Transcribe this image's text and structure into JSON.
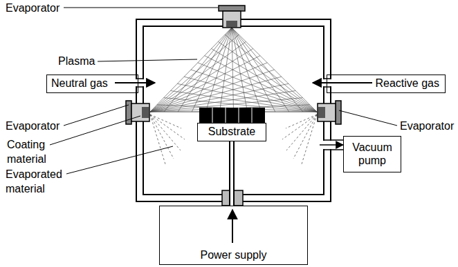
{
  "diagram": {
    "nodes": [
      {
        "text": [
          "Neutral gas"
        ]
      },
      {
        "text": [
          "Reactive gas"
        ]
      },
      {
        "text": [
          "Substrate"
        ]
      },
      {
        "text": [
          "Vacuum pump"
        ]
      },
      {
        "text": [
          "Power supply"
        ]
      }
    ],
    "edges": [
      {
        "from": 2,
        "to": 4,
        "arrow": "none"
      }
    ],
    "labels": [
      "Evaporator",
      "Plasma",
      "Evaporator",
      "Coating material",
      "Evaporated material",
      "Evaporator"
    ]
  }
}
